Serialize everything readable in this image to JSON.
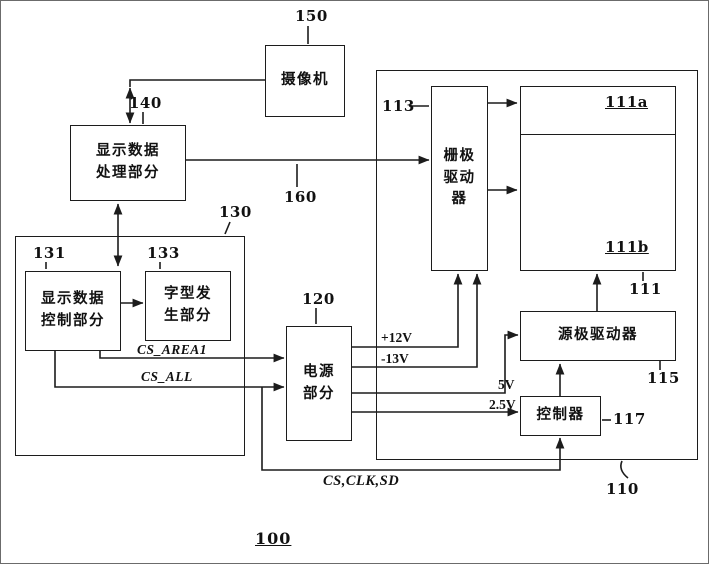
{
  "refs": {
    "r100": "100",
    "r110": "110",
    "r111": "111",
    "r111a": "111a",
    "r111b": "111b",
    "r113": "113",
    "r115": "115",
    "r117": "117",
    "r120": "120",
    "r130": "130",
    "r131": "131",
    "r133": "133",
    "r140": "140",
    "r150": "150",
    "r160": "160"
  },
  "nodes": {
    "camera": {
      "label": "摄像机",
      "ref": "150"
    },
    "display_data_processing": {
      "label": "显示数据\n处理部分",
      "ref": "140"
    },
    "osd_section": {
      "ref": "130"
    },
    "display_data_control": {
      "label": "显示数据\n控制部分",
      "ref": "131"
    },
    "font_generator": {
      "label": "字型发\n生部分",
      "ref": "133"
    },
    "power_supply": {
      "label": "电源\n部分",
      "ref": "120"
    },
    "display_module": {
      "ref": "110"
    },
    "gate_driver": {
      "label": "栅极\n驱动\n器",
      "ref": "113"
    },
    "panel": {
      "ref": "111",
      "upper_area_ref": "111a",
      "lower_area_ref": "111b"
    },
    "source_driver": {
      "label": "源极驱动器",
      "ref": "115"
    },
    "controller": {
      "label": "控制器",
      "ref": "117"
    }
  },
  "signals": {
    "cs_area1": "CS_AREA1",
    "cs_all": "CS_ALL",
    "cs_clk_sd": "CS,CLK,SD",
    "plus_12v": "+12V",
    "minus_13v": "-13V",
    "v5": "5V",
    "v2_5": "2.5V"
  }
}
